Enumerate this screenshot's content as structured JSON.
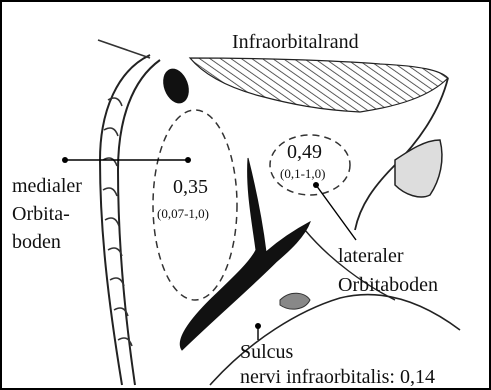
{
  "labels": {
    "top": "Infraorbitalrand",
    "medial_line1": "medialer",
    "medial_line2": "Orbita-",
    "medial_line3": "boden",
    "lateral_line1": "lateraler",
    "lateral_line2": "Orbitaboden",
    "sulcus_line1": "Sulcus",
    "sulcus_line2": "nervi infraorbitalis: 0,14"
  },
  "regions": {
    "medial_value": "0,35",
    "medial_range": "(0,07-1,0)",
    "lateral_value": "0,49",
    "lateral_range": "(0,1-1,0)"
  }
}
